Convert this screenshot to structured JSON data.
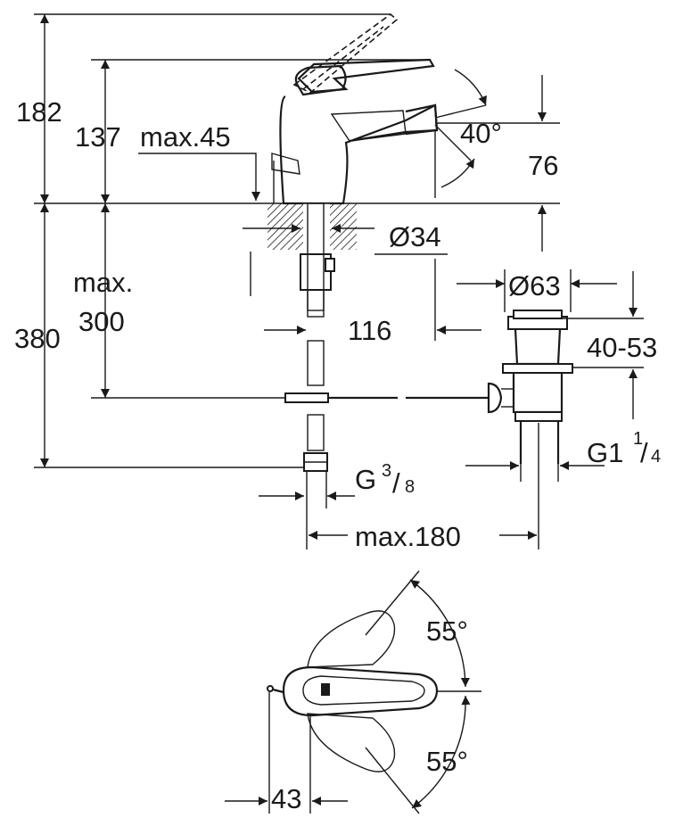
{
  "dimensions": {
    "d182": "182",
    "d137": "137",
    "max45": "max.45",
    "angle40": "40°",
    "d76": "76",
    "dia34": "Ø34",
    "max_label": "max.",
    "d300": "300",
    "d380": "380",
    "dia63": "Ø63",
    "d116": "116",
    "range40_53": "40-53",
    "g1_main": "G1",
    "g1_frac_num": "1",
    "g1_frac_sep": "/",
    "g1_frac_den": "4",
    "g38_main": "G",
    "g38_num": "3",
    "g38_sep": "/",
    "g38_den": "8",
    "max180": "max.180",
    "angle55_top": "55°",
    "angle55_bottom": "55°",
    "d43": "43"
  }
}
